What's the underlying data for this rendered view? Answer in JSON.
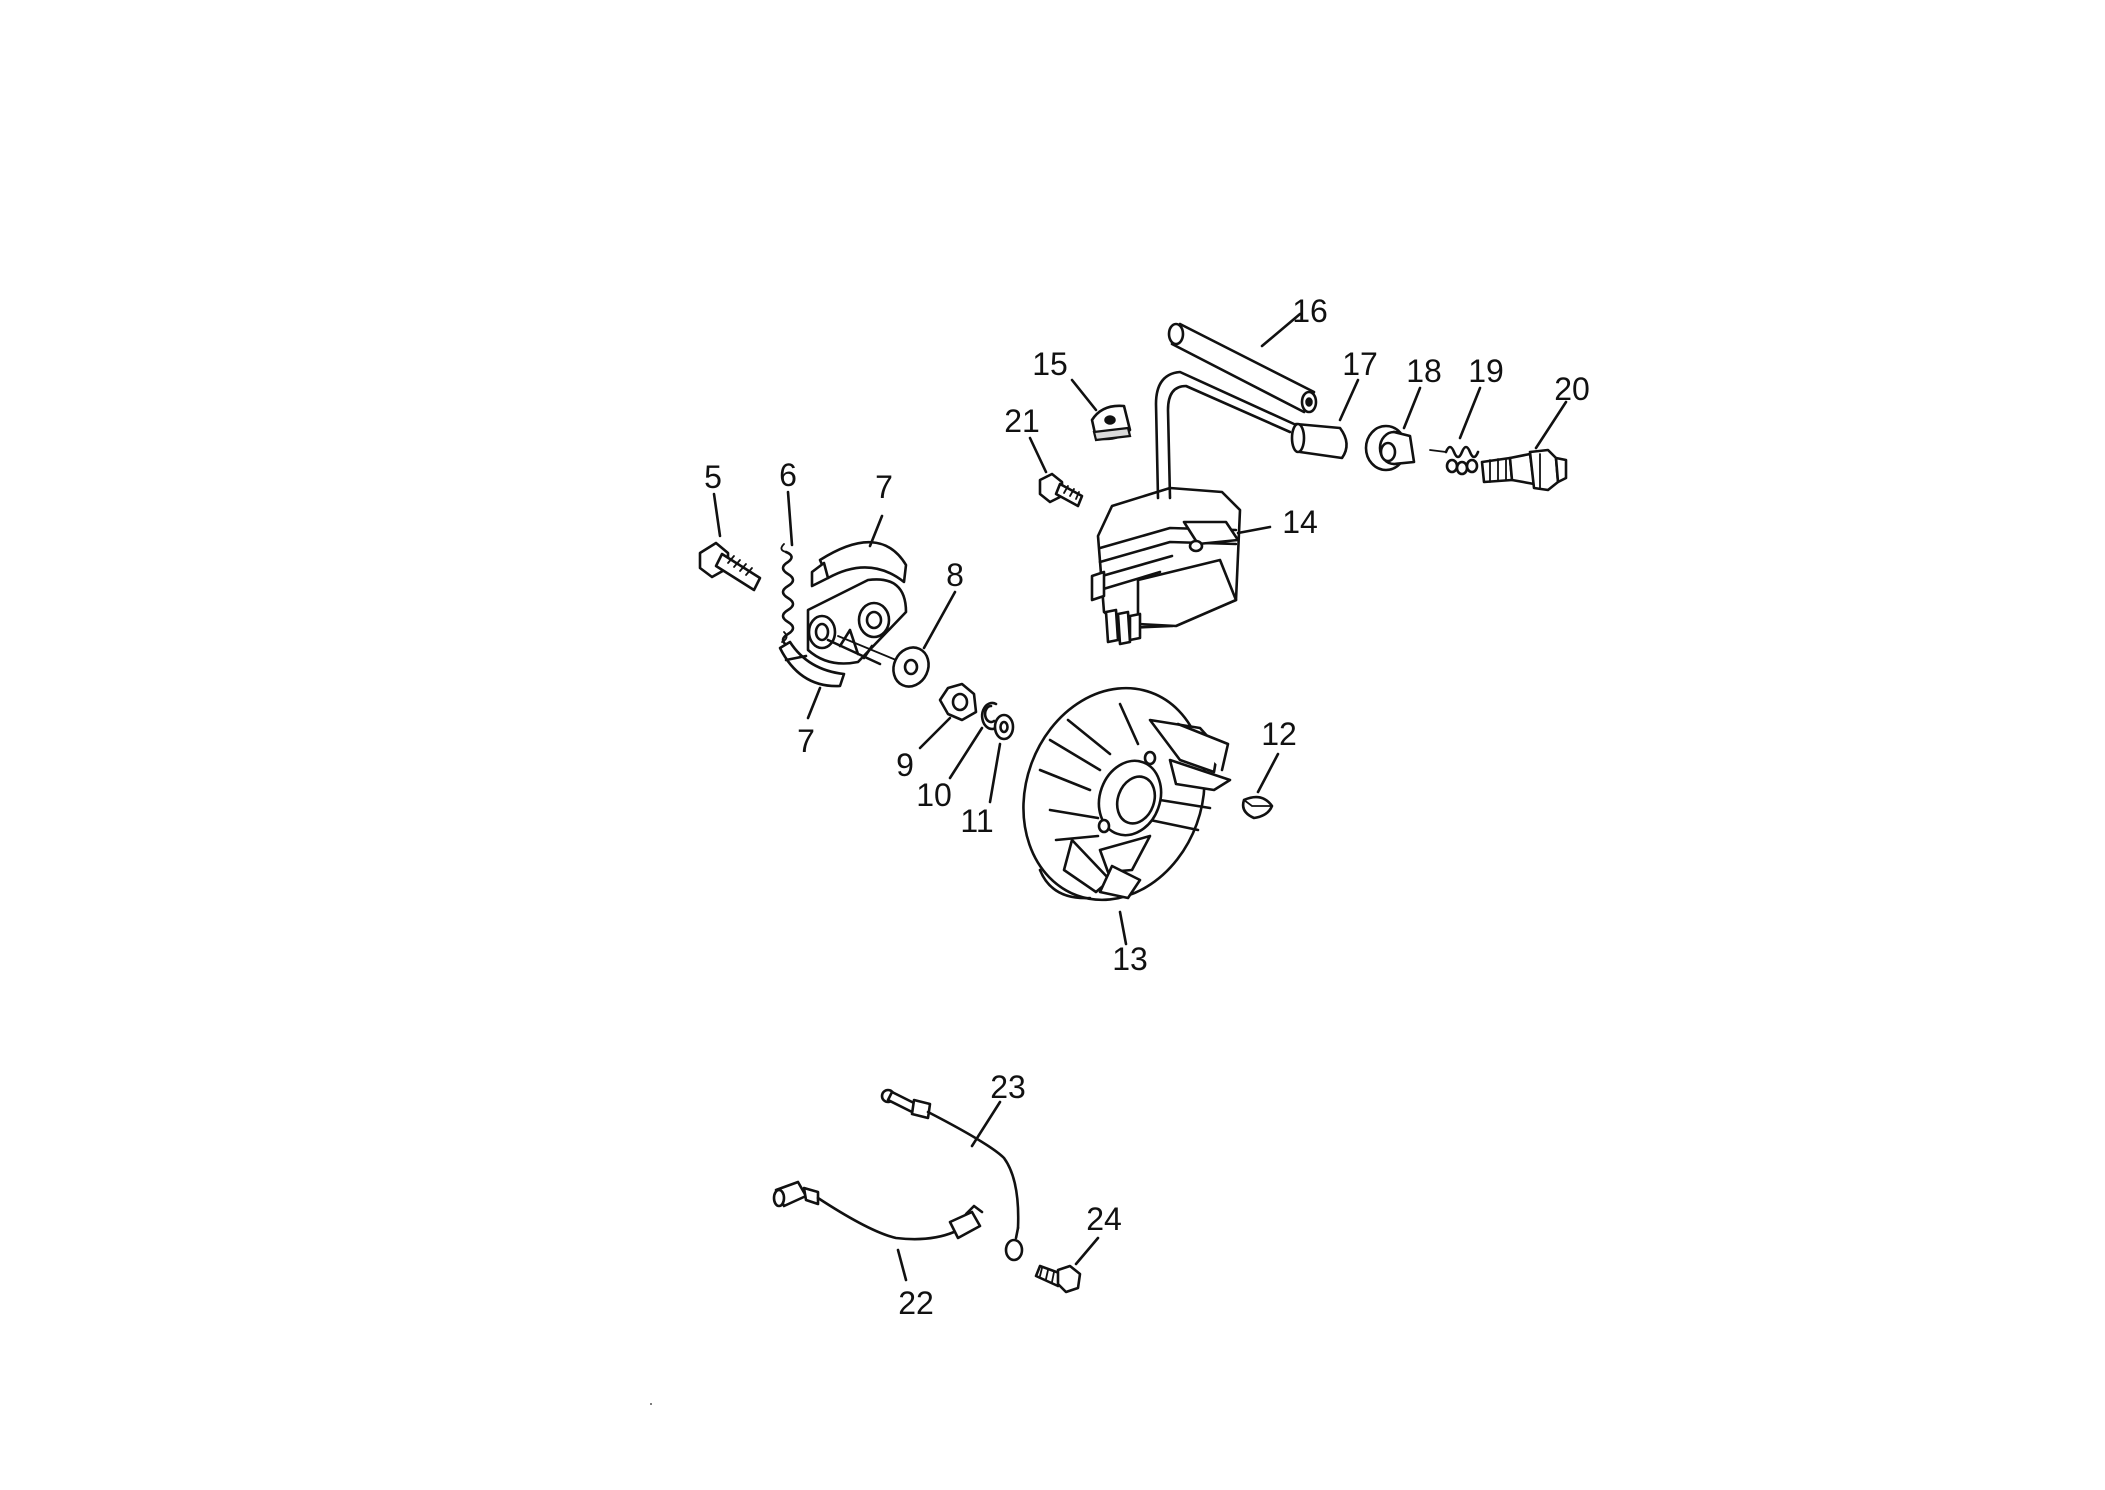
{
  "labels": {
    "p5": "5",
    "p6": "6",
    "p7a": "7",
    "p7b": "7",
    "p8": "8",
    "p9": "9",
    "p10": "10",
    "p11": "11",
    "p12": "12",
    "p13": "13",
    "p14": "14",
    "p15": "15",
    "p16": "16",
    "p17": "17",
    "p18": "18",
    "p19": "19",
    "p20": "20",
    "p21": "21",
    "p22": "22",
    "p23": "23",
    "p24": "24"
  }
}
